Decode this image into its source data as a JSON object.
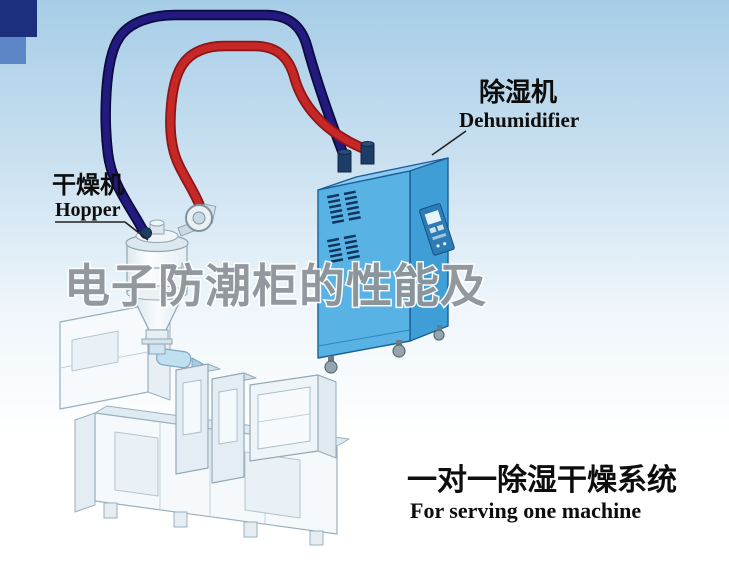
{
  "labels": {
    "dehumidifier": {
      "zh": "除湿机",
      "en": "Dehumidifier"
    },
    "hopper": {
      "zh": "干燥机",
      "en": "Hopper"
    },
    "system": {
      "zh": "一对一除湿干燥系统",
      "en": "For serving one machine"
    }
  },
  "watermark": {
    "text": "电子防潮柜的性能及"
  },
  "colors": {
    "pipe_red": "#c62828",
    "pipe_blue": "#221a7e",
    "cabinet_front": "#58b2e4",
    "cabinet_side": "#3f9ed6",
    "cabinet_top": "#8ccaef",
    "background_top": "#a6cde7",
    "background_bottom": "#ffffff"
  }
}
